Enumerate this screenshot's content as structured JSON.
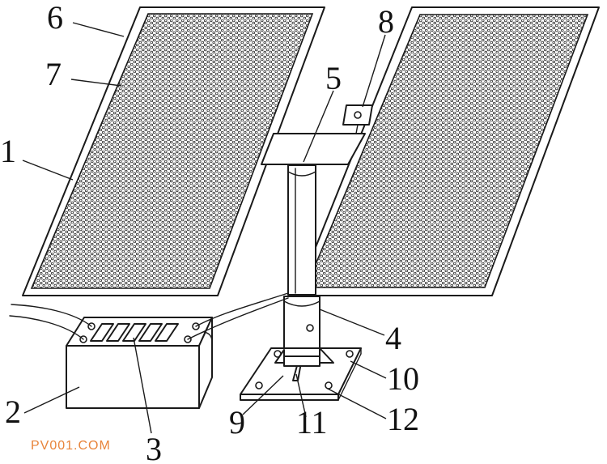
{
  "labels": {
    "l1": "1",
    "l2": "2",
    "l3": "3",
    "l4": "4",
    "l5": "5",
    "l6": "6",
    "l7": "7",
    "l8": "8",
    "l9": "9",
    "l10": "10",
    "l11": "11",
    "l12": "12"
  },
  "watermark": "PV001.COM",
  "colors": {
    "line": "#1a1a1a",
    "watermark": "#e8843a"
  }
}
